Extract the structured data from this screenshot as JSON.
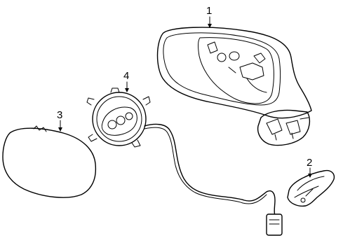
{
  "diagram": {
    "callouts": [
      {
        "id": "1",
        "part": "mirror-housing"
      },
      {
        "id": "2",
        "part": "cover-cap"
      },
      {
        "id": "3",
        "part": "mirror-glass"
      },
      {
        "id": "4",
        "part": "motor-actuator"
      }
    ]
  }
}
